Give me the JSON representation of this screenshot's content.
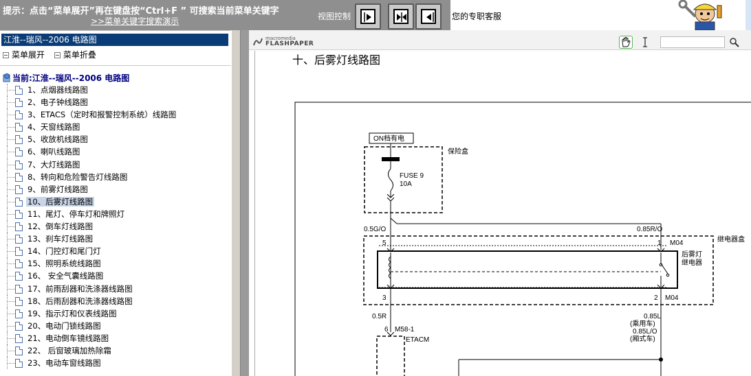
{
  "topbar": {
    "hint": "提示：点击“菜单展开”再在键盘按“Ctrl+F ” 可搜索当前菜单关键字",
    "hint_link": ">>菜单关键字搜索演示",
    "view_control_label": "视图控制",
    "service_text": "您的专职客服"
  },
  "sidebar": {
    "title": "江淮--瑞风--2006 电路图",
    "expand_label": "菜单展开",
    "collapse_label": "菜单折叠",
    "current_root": "当前:江淮--瑞风--2006 电路图",
    "items": [
      "1、点烟器线路图",
      "2、电子钟线路图",
      "3、ETACS（定时和报警控制系统）线路图",
      "4、天窗线路图",
      "5、收放机线路图",
      "6、喇叭线路图",
      "7、大灯线路图",
      "8、转向和危险警告灯线路图",
      "9、前雾灯线路图",
      "10、后雾灯线路图",
      "11、尾灯、停车灯和牌照灯",
      "12、倒车灯线路图",
      "13、刹车灯线路图",
      "14、门控灯和尾门灯",
      "15、照明系统线路图",
      "16、 安全气囊线路图",
      "17、前雨刮器和洗涤器线路图",
      "18、后雨刮器和洗涤器线路图",
      "19、指示灯和仪表线路图",
      "20、电动门锁线路图",
      "21、电动倒车镜线路图",
      "22、 后窗玻璃加热除霜",
      "23、电动车窗线路图"
    ],
    "selected_index": 9
  },
  "viewer": {
    "logo_small": "macromedia",
    "logo_big": "FLASHPAPER",
    "doc_heading": "十、后雾灯线路图",
    "diagram": {
      "on_label": "ON档有电",
      "fusebox_label": "保险盒",
      "fuse_name": "FUSE 9",
      "fuse_rating": "10A",
      "wire_left_top": "0.5G/O",
      "wire_right_top": "0.85R/O",
      "relaybox_label": "继电器盒",
      "pin5": "5",
      "pin1": "1",
      "pin3": "3",
      "pin2": "2",
      "conn_top": "M04",
      "conn_bottom": "M04",
      "relay_name_1": "后雾灯",
      "relay_name_2": "继电器",
      "wire_left_bottom": "0.5R",
      "pin6": "6",
      "conn_m58": "M58-1",
      "etacm_label": "ETACM",
      "wire_right_bottom_1": "0.85L",
      "wire_right_bottom_2": "(乘用车)",
      "wire_right_bottom_3": "0.85L/O",
      "wire_right_bottom_4": "(厢式车)"
    }
  },
  "colors": {
    "topbar_bg": "#8f8f8f",
    "sidebar_title_bg": "#0a3c78",
    "selected_bg": "#c8d4e8",
    "tree_root_color": "#000080"
  }
}
